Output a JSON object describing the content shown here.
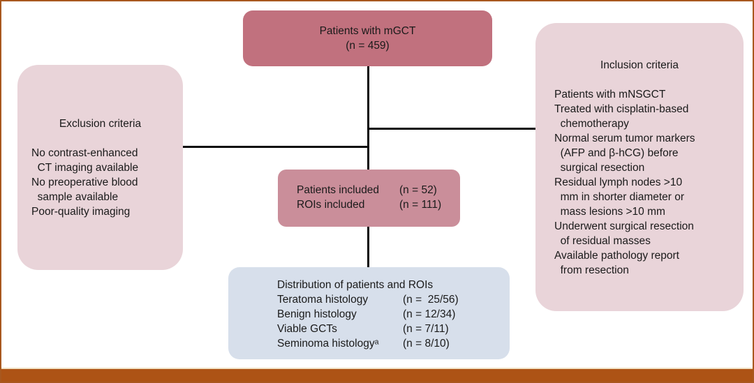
{
  "colors": {
    "outer_border": "#a8581e",
    "bottom_bar": "#ad5315",
    "dark_pink_box": "#c1717e",
    "medium_pink_box": "#ca8e9a",
    "light_pink_box": "#e9d4d9",
    "light_blue_box": "#d7dfeb",
    "connector_line": "#0a0a0a",
    "text": "#1a1a1a"
  },
  "top_box": {
    "line1": "Patients with mGCT",
    "line2": "(n = 459)"
  },
  "exclusion_box": {
    "title": "Exclusion criteria",
    "lines": [
      "No contrast-enhanced",
      "  CT imaging available",
      "No preoperative blood",
      "  sample available",
      "Poor-quality imaging"
    ]
  },
  "inclusion_box": {
    "title": "Inclusion criteria",
    "lines": [
      "Patients with mNSGCT",
      "Treated with cisplatin-based",
      "  chemotherapy",
      "Normal serum tumor markers",
      "  (AFP and β-hCG) before",
      "  surgical resection",
      "Residual lymph nodes >10",
      "  mm in shorter diameter or",
      "  mass lesions >10 mm",
      "Underwent surgical resection",
      "  of residual masses",
      "Available pathology report",
      "  from resection"
    ]
  },
  "included_box": {
    "rows": [
      {
        "label": "Patients included",
        "value": "(n = 52)"
      },
      {
        "label": "ROIs included",
        "value": "(n = 111)"
      }
    ]
  },
  "distribution_box": {
    "heading": "Distribution of patients and ROIs",
    "rows": [
      {
        "label": "Teratoma histology",
        "value": "(n =  25/56)"
      },
      {
        "label": "Benign histology",
        "value": "(n = 12/34)"
      },
      {
        "label": "Viable GCTs",
        "value": "(n = 7/11)"
      },
      {
        "label": "Seminoma histologyᵃ",
        "value": "(n = 8/10)"
      }
    ]
  }
}
